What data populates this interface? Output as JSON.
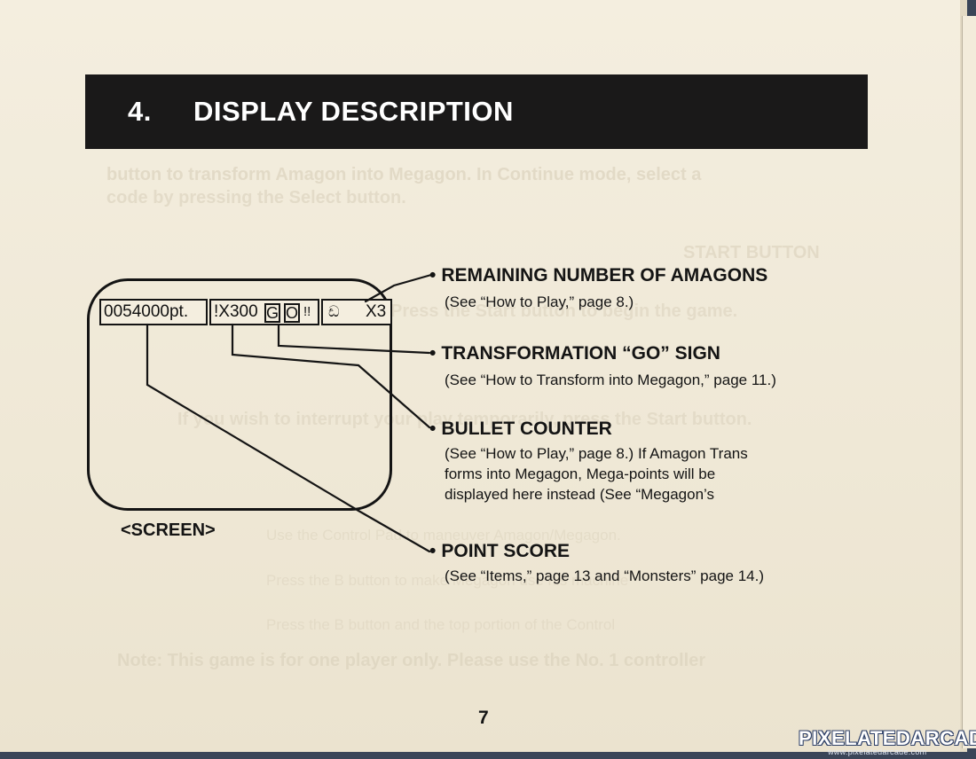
{
  "section": {
    "number": "4.",
    "title": "DISPLAY DESCRIPTION"
  },
  "hud": {
    "score": "0054000pt.",
    "bullet_prefix": "!X300",
    "go_letter_g": "G",
    "go_letter_o": "O",
    "go_mark": "!!",
    "lives_icon": "ඩ",
    "lives_count": "X3"
  },
  "screen_label": "<SCREEN>",
  "items": [
    {
      "title": "REMAINING NUMBER OF AMAGONS",
      "note": "(See “How to Play,” page 8.)"
    },
    {
      "title": "TRANSFORMATION “GO” SIGN",
      "note": "(See “How to Transform into Megagon,” page 11.)"
    },
    {
      "title": "BULLET COUNTER",
      "note_lines": [
        "(See “How to Play,” page 8.) If Amagon Trans",
        "forms into Megagon, Mega-points will be",
        "displayed here instead (See “Megagon’s"
      ]
    },
    {
      "title": "POINT SCORE",
      "note": "(See “Items,” page 13 and “Monsters” page 14.)"
    }
  ],
  "page_number": "7",
  "watermark": {
    "brand": "PIXELATEDARCADE",
    "url": "www.pixelatedarcade.com"
  },
  "colors": {
    "paper": "#f1ebdb",
    "ink": "#141414",
    "title_bar": "#1a1919",
    "bleed_through": "#d6ccb6"
  }
}
